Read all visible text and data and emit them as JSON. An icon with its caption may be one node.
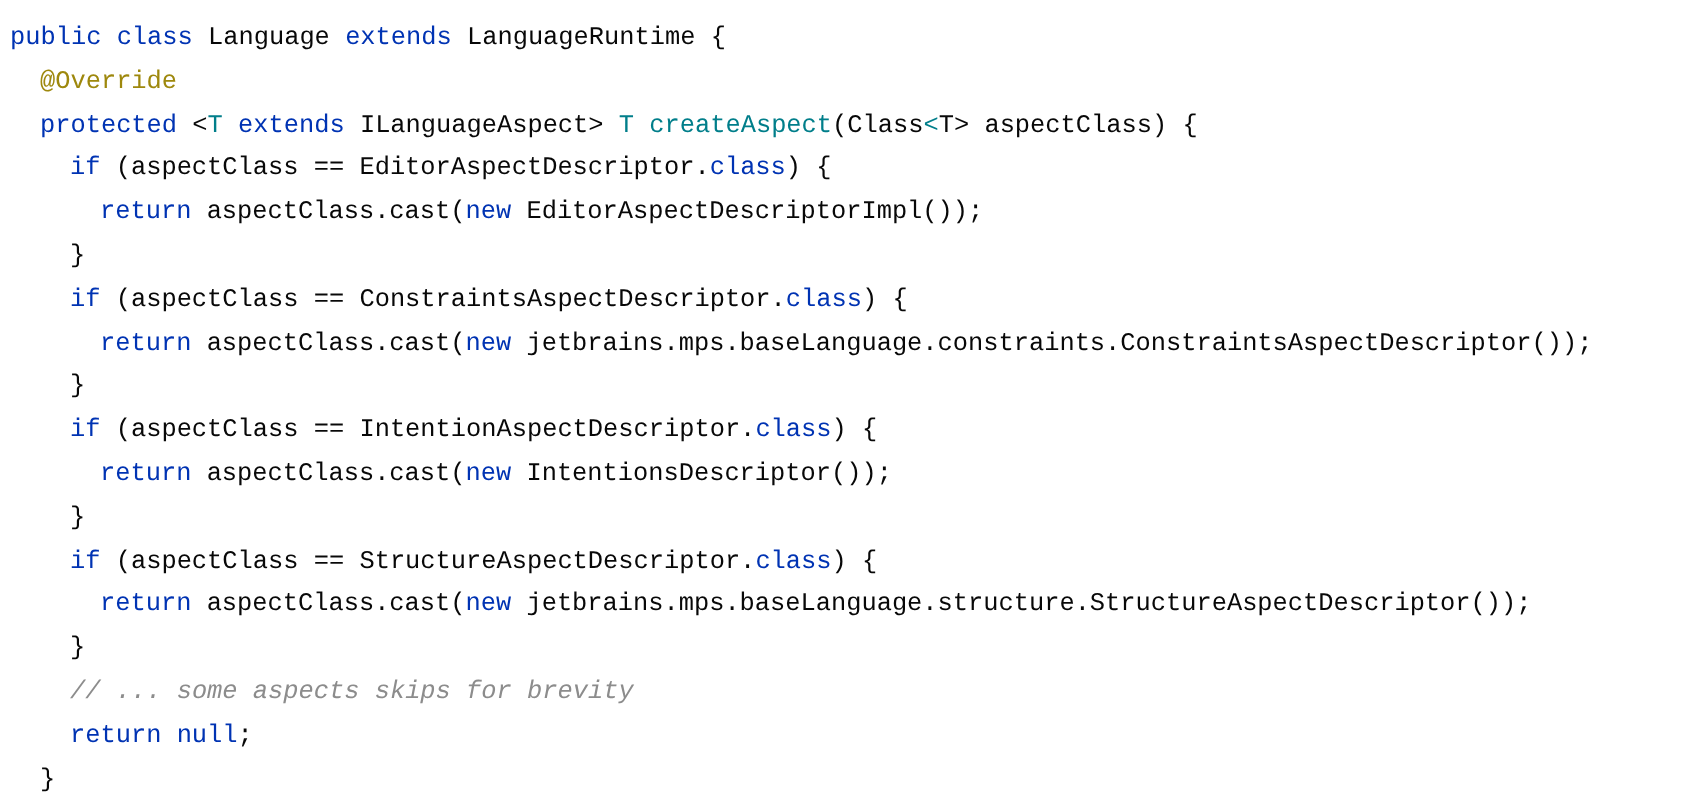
{
  "diagram": {
    "labels": [
      "public class Language extends LanguageRuntime {",
      "@Override",
      "protected <T extends ILanguageAspect> T createAspect(Class<T> aspectClass) {",
      "if (aspectClass == EditorAspectDescriptor.class) {",
      "return aspectClass.cast(new EditorAspectDescriptorImpl());",
      "}",
      "if (aspectClass == ConstraintsAspectDescriptor.class) {",
      "return aspectClass.cast(new jetbrains.mps.baseLanguage.constraints.ConstraintsAspectDescriptor());",
      "}",
      "if (aspectClass == IntentionAspectDescriptor.class) {",
      "return aspectClass.cast(new IntentionsDescriptor());",
      "}",
      "if (aspectClass == StructureAspectDescriptor.class) {",
      "return aspectClass.cast(new jetbrains.mps.baseLanguage.structure.StructureAspectDescriptor());",
      "}",
      "// ... some aspects skips for brevity",
      "return null;",
      "}"
    ]
  }
}
